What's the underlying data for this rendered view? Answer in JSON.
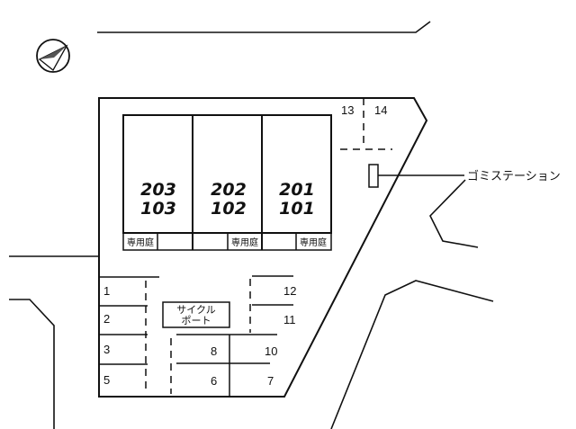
{
  "compass": {
    "icon": "north-arrow-icon"
  },
  "buildings": [
    {
      "upper": "203",
      "lower": "103",
      "garden_label": "専用庭"
    },
    {
      "upper": "202",
      "lower": "102",
      "garden_label": "専用庭"
    },
    {
      "upper": "201",
      "lower": "101",
      "garden_label": "専用庭"
    }
  ],
  "bicycle_parking": {
    "line1": "サイクル",
    "line2": "ポート"
  },
  "garbage_station": {
    "label": "ゴミステーション"
  },
  "parking_spaces": {
    "p1": "1",
    "p2": "2",
    "p3": "3",
    "p5": "5",
    "p6": "6",
    "p7": "7",
    "p8": "8",
    "p10": "10",
    "p11": "11",
    "p12": "12",
    "p13": "13",
    "p14": "14"
  }
}
